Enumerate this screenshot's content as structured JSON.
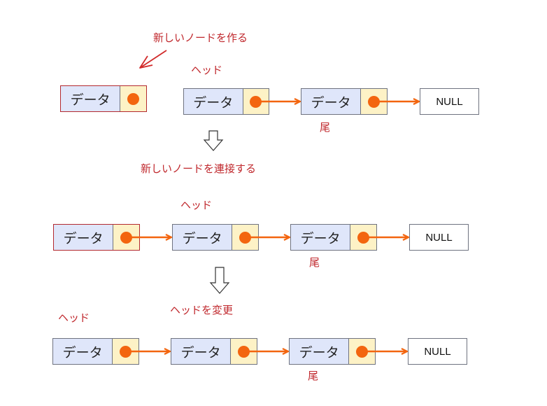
{
  "labels": {
    "create_new_node": "新しいノードを作る",
    "head": "ヘッド",
    "tail": "尾",
    "connect_new_node": "新しいノードを連接する",
    "change_head": "ヘッドを変更"
  },
  "node": {
    "data_text": "データ",
    "null_text": "NULL"
  },
  "colors": {
    "label_red": "#c0282d",
    "node_data_fill": "#dfe6fa",
    "node_pointer_fill": "#fdf2c6",
    "pointer_dot": "#f3650f",
    "arrow": "#f3650f"
  }
}
